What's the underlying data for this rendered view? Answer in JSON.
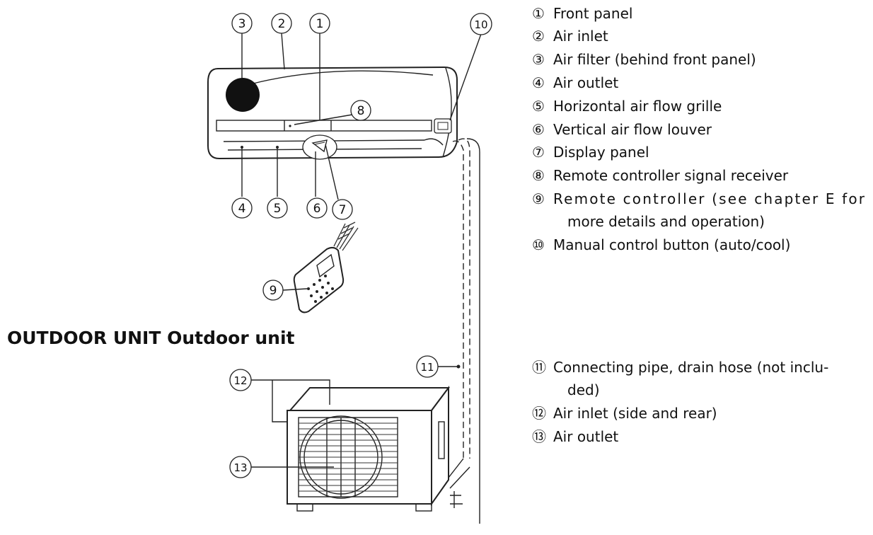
{
  "heading": "OUTDOOR UNIT Outdoor unit",
  "callouts": [
    "1",
    "2",
    "3",
    "4",
    "5",
    "6",
    "7",
    "8",
    "9",
    "10",
    "11",
    "12",
    "13"
  ],
  "legend": [
    {
      "num": "①",
      "lines": [
        "Front panel"
      ]
    },
    {
      "num": "②",
      "lines": [
        "Air inlet"
      ]
    },
    {
      "num": "③",
      "lines": [
        "Air filter (behind front panel)"
      ]
    },
    {
      "num": "④",
      "lines": [
        "Air outlet"
      ]
    },
    {
      "num": "⑤",
      "lines": [
        "Horizontal air flow grille"
      ]
    },
    {
      "num": "⑥",
      "lines": [
        "Vertical air flow louver"
      ]
    },
    {
      "num": "⑦",
      "lines": [
        "Display panel"
      ]
    },
    {
      "num": "⑧",
      "lines": [
        "Remote controller signal receiver"
      ]
    },
    {
      "num": "⑨",
      "lines": [
        "Remote  controller  (see  chapter  E  for",
        "more details and operation)"
      ]
    },
    {
      "num": "⑩",
      "lines": [
        "Manual control button (auto/cool)"
      ]
    },
    {
      "num": "⑪",
      "lines": [
        "Connecting pipe, drain hose (not inclu-",
        "ded)"
      ]
    },
    {
      "num": "⑫",
      "lines": [
        "Air inlet (side and rear)"
      ]
    },
    {
      "num": "⑬",
      "lines": [
        "Air outlet"
      ]
    }
  ]
}
